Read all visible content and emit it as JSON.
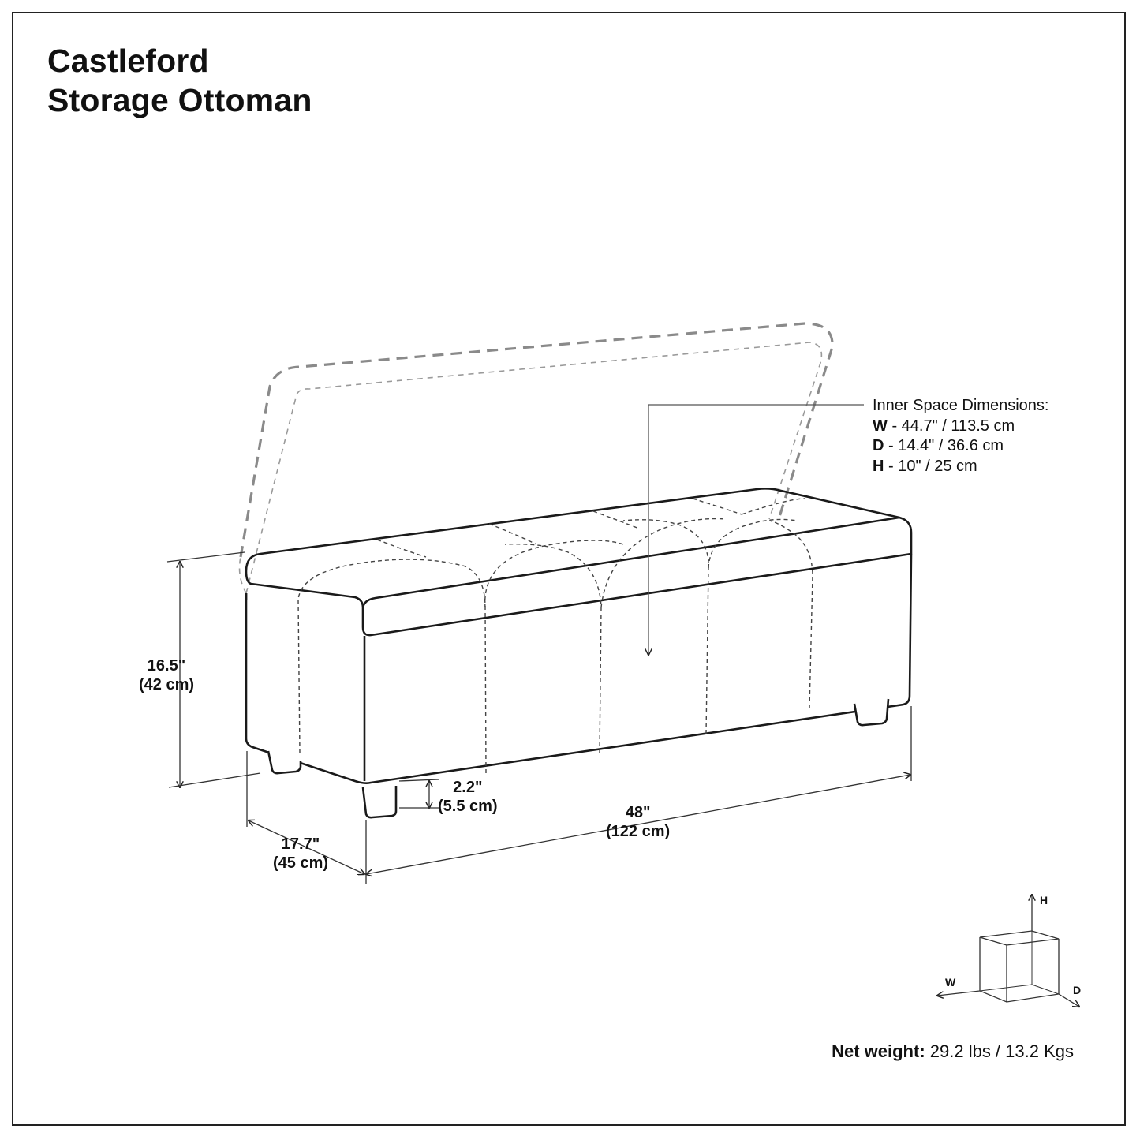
{
  "title": {
    "line1": "Castleford",
    "line2": "Storage Ottoman"
  },
  "dimensions": {
    "height_in": "16.5\"",
    "height_cm": "(42 cm)",
    "leg_in": "2.2\"",
    "leg_cm": "(5.5 cm)",
    "width_in": "48\"",
    "width_cm": "(122 cm)",
    "depth_in": "17.7\"",
    "depth_cm": "(45 cm)"
  },
  "inner_space": {
    "heading": "Inner Space Dimensions:",
    "w_key": "W",
    "w_value": " - 44.7\" / 113.5 cm",
    "d_key": "D",
    "d_value": " - 14.4\" / 36.6 cm",
    "h_key": "H",
    "h_value": " - 10\" / 25 cm"
  },
  "axis_legend": {
    "h": "H",
    "w": "W",
    "d": "D"
  },
  "net_weight": {
    "label": "Net weight:",
    "value": " 29.2 lbs / 13.2 Kgs"
  }
}
